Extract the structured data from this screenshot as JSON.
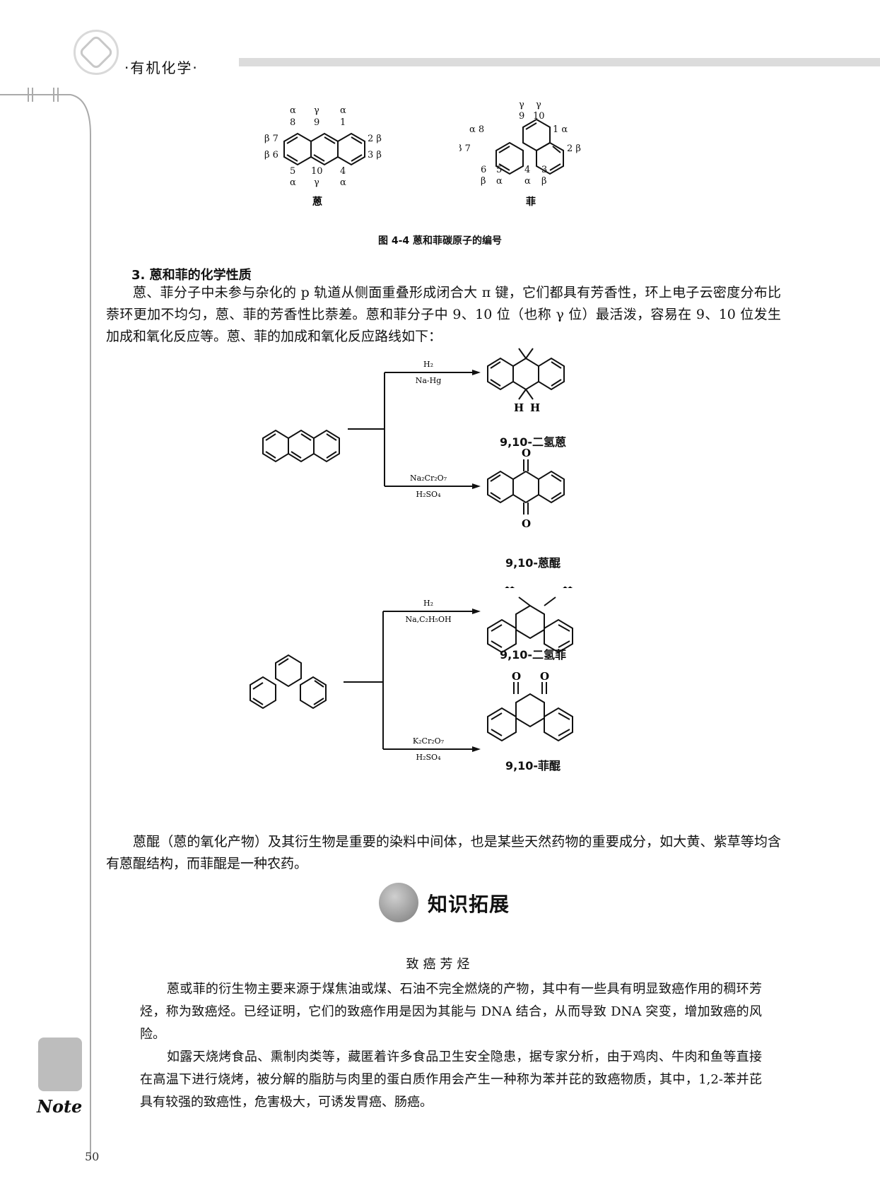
{
  "header": {
    "title": "·有机化学·"
  },
  "page_number": "50",
  "figure": {
    "anthracene_name": "蒽",
    "phenanthrene_name": "菲",
    "caption": "图 4-4   蒽和菲碳原子的编号"
  },
  "section": {
    "title": "3. 蒽和菲的化学性质"
  },
  "paragraphs": [
    "蒽、菲分子中未参与杂化的 p 轨道从侧面重叠形成闭合大 π 键，它们都具有芳香性，环上电子云密度分布比萘环更加不均匀，蒽、菲的芳香性比萘差。蒽和菲分子中 9、10 位（也称 γ 位）最活泼，容易在 9、10 位发生加成和氧化反应等。蒽、菲的加成和氧化反应路线如下：",
    "蒽醌（蒽的氧化产物）及其衍生物是重要的染料中间体，也是某些天然药物的重要成分，如大黄、紫草等均含有蒽醌结构，而菲醌是一种农药。"
  ],
  "reactions": {
    "r1_reagent_top": "H₂",
    "r1_reagent_bottom": "Na-Hg",
    "r1_product": "9,10-二氢蒽",
    "r2_reagent_top": "Na₂Cr₂O₇",
    "r2_reagent_bottom": "H₂SO₄",
    "r2_product": "9,10-蒽醌",
    "r3_reagent_top": "H₂",
    "r3_reagent_bottom": "Na,C₂H₅OH",
    "r3_product": "9,10-二氢菲",
    "r4_reagent_top": "K₂Cr₂O₇",
    "r4_reagent_bottom": "H₂SO₄",
    "r4_product": "9,10-菲醌"
  },
  "knowledge": {
    "heading": "知识拓展",
    "subtitle": "致癌芳烃",
    "paragraphs": [
      "蒽或菲的衍生物主要来源于煤焦油或煤、石油不完全燃烧的产物，其中有一些具有明显致癌作用的稠环芳烃，称为致癌烃。已经证明，它们的致癌作用是因为其能与 DNA 结合，从而导致 DNA 突变，增加致癌的风险。",
      "如露天烧烤食品、熏制肉类等，藏匿着许多食品卫生安全隐患，据专家分析，由于鸡肉、牛肉和鱼等直接在高温下进行烧烤，被分解的脂肪与肉里的蛋白质作用会产生一种称为苯并芘的致癌物质，其中，1,2-苯并芘具有较强的致癌性，危害极大，可诱发胃癌、肠癌。"
    ]
  },
  "note_label": "Note"
}
